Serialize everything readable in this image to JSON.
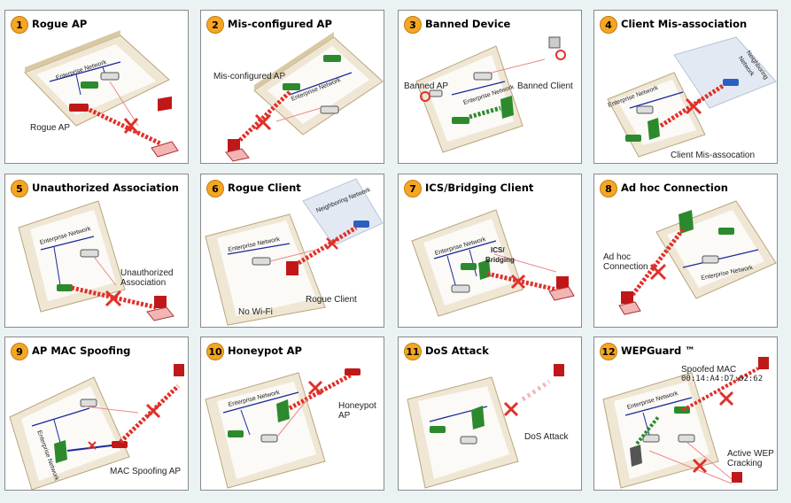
{
  "panels": [
    {
      "num": "1",
      "title": "Rogue AP",
      "labels": [
        "Rogue AP",
        "Enterprise Network"
      ]
    },
    {
      "num": "2",
      "title": "Mis-configured AP",
      "labels": [
        "Mis-configured AP",
        "Enterprise Network"
      ]
    },
    {
      "num": "3",
      "title": "Banned Device",
      "labels": [
        "Banned AP",
        "Banned Client",
        "Enterprise Network"
      ]
    },
    {
      "num": "4",
      "title": "Client Mis-association",
      "labels": [
        "Client Mis-assocation",
        "Enterprise Network",
        "Neighboring Network"
      ]
    },
    {
      "num": "5",
      "title": "Unauthorized Association",
      "labels": [
        "Unauthorized",
        "Association",
        "Enterprise Network"
      ]
    },
    {
      "num": "6",
      "title": "Rogue Client",
      "labels": [
        "Rogue Client",
        "No Wi-Fi",
        "Enterprise Network",
        "Neighboring Network"
      ]
    },
    {
      "num": "7",
      "title": "ICS/Bridging Client",
      "labels": [
        "ICS/",
        "Bridging",
        "Enterprise Network"
      ]
    },
    {
      "num": "8",
      "title": "Ad hoc Connection",
      "labels": [
        "Ad hoc",
        "Connection",
        "Enterprise Network"
      ]
    },
    {
      "num": "9",
      "title": "AP MAC Spoofing",
      "labels": [
        "MAC Spoofing AP",
        "Enterprise Network"
      ]
    },
    {
      "num": "10",
      "title": "Honeypot AP",
      "labels": [
        "Honeypot",
        "AP",
        "Enterprise Network"
      ]
    },
    {
      "num": "11",
      "title": "DoS Attack",
      "labels": [
        "DoS Attack"
      ]
    },
    {
      "num": "12",
      "title": "WEPGuard ™",
      "labels": [
        "Spoofed MAC",
        "00:14:A4:D7:62:62",
        "Active WEP",
        "Cracking",
        "Enterprise Network"
      ]
    }
  ],
  "colors": {
    "badge": "#f5a623",
    "floor": "#efe7d4",
    "wall": "#d8c9a4",
    "neighbor": "#e3e9f2",
    "red": "#e0302a",
    "green": "#2c8a2c"
  },
  "icons": [
    "access-point-icon",
    "laptop-icon",
    "cross-icon",
    "banned-icon"
  ]
}
